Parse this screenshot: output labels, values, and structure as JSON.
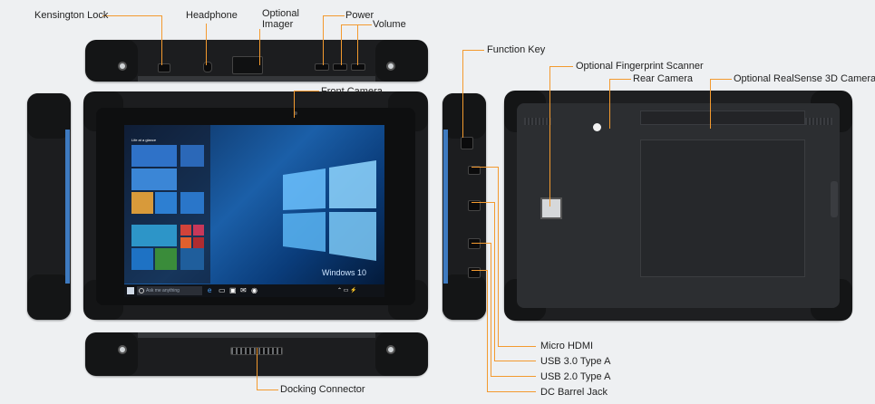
{
  "labels": {
    "kensington_lock": "Kensington Lock",
    "headphone": "Headphone",
    "optional_imager": "Optional\nImager",
    "optional_imager_l1": "Optional",
    "optional_imager_l2": "Imager",
    "power": "Power",
    "volume": "Volume",
    "front_camera": "Front Camera",
    "function_key": "Function Key",
    "fingerprint": "Optional Fingerprint Scanner",
    "rear_camera": "Rear Camera",
    "realsense": "Optional RealSense 3D Camera",
    "micro_hdmi": "Micro HDMI",
    "usb30": "USB 3.0 Type A",
    "usb20": "USB 2.0 Type A",
    "dc_jack": "DC Barrel Jack",
    "docking": "Docking Connector"
  },
  "screen": {
    "taskbar_search": "Ask me anything",
    "windows_logo_text": "Windows 10",
    "tiles_caption": "Life at a glance"
  },
  "colors": {
    "accent_line": "#f39a2f",
    "body": "#2a2c2f",
    "desktop_blue": "#1b5fa8"
  }
}
